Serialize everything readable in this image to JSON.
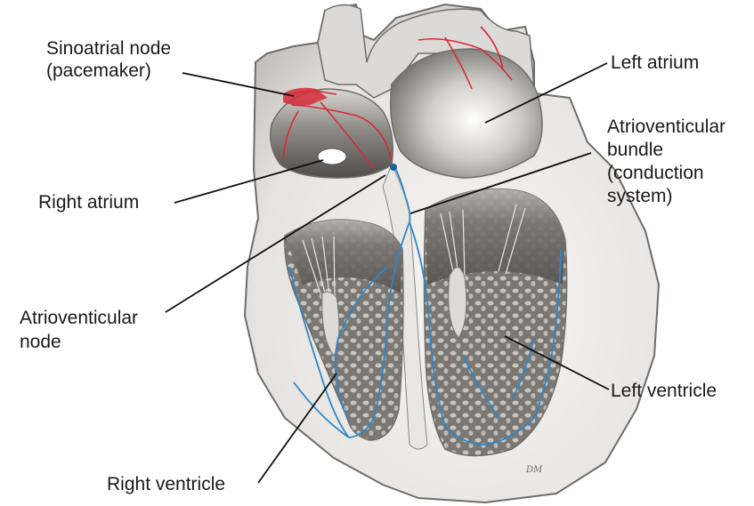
{
  "colors": {
    "background": "#ffffff",
    "tissue_fill": "#f1f0ee",
    "tissue_shade": "#b9b6b2",
    "cavity": "#8b8884",
    "cavity_dark": "#5d5a57",
    "outline": "#6f6c69",
    "sa_node_red": "#d62a3a",
    "conduction_blue": "#2e86c9",
    "label_text": "#1a1a1a",
    "leader_line": "#111111"
  },
  "labels": {
    "sa_node_line1": "Sinoatrial node",
    "sa_node_line2": "(pacemaker)",
    "left_atrium": "Left atrium",
    "right_atrium": "Right atrium",
    "av_bundle_line1": "Atrioventicular",
    "av_bundle_line2": "bundle",
    "av_bundle_line3": "(conduction",
    "av_bundle_line4": "system)",
    "av_node_line1": "Atrioventicular",
    "av_node_line2": "node",
    "left_ventricle": "Left ventricle",
    "right_ventricle": "Right ventricle"
  },
  "artist_initials": "DM"
}
